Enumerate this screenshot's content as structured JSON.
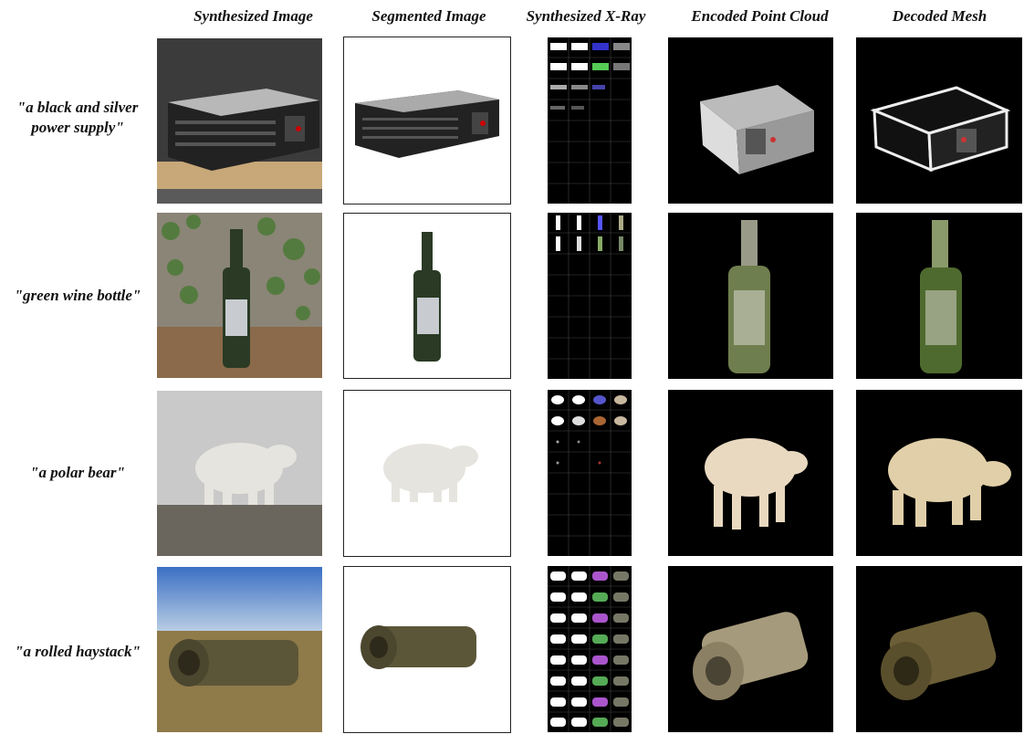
{
  "headers": {
    "synth": "Synthesized Image",
    "seg": "Segmented Image",
    "xray": "Synthesized X-Ray",
    "pc": "Encoded Point Cloud",
    "mesh": "Decoded Mesh"
  },
  "rows": [
    {
      "line1": "\"a black and silver",
      "line2": "power supply\""
    },
    {
      "line1": "\"green wine bottle\"",
      "line2": ""
    },
    {
      "line1": "\"a polar bear\"",
      "line2": ""
    },
    {
      "line1": "\"a rolled haystack\"",
      "line2": ""
    }
  ]
}
